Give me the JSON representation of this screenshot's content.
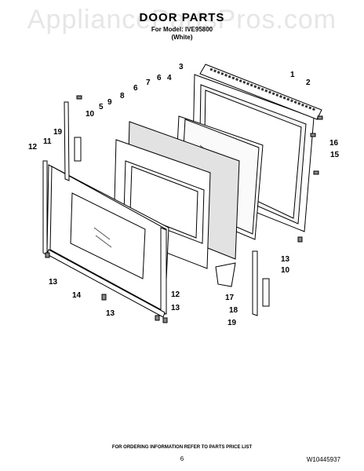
{
  "watermark": "AppliancePartsPros.com",
  "title": "DOOR PARTS",
  "model_line": "For Model: IVE95800",
  "color_line": "(White)",
  "footer": "FOR ORDERING INFORMATION REFER TO PARTS PRICE LIST",
  "page_number": "6",
  "doc_number": "W10445937",
  "callouts": [
    "1",
    "2",
    "3",
    "4",
    "5",
    "6",
    "6",
    "7",
    "8",
    "9",
    "10",
    "10",
    "11",
    "12",
    "12",
    "13",
    "13",
    "13",
    "13",
    "14",
    "15",
    "16",
    "17",
    "18",
    "19",
    "19"
  ]
}
